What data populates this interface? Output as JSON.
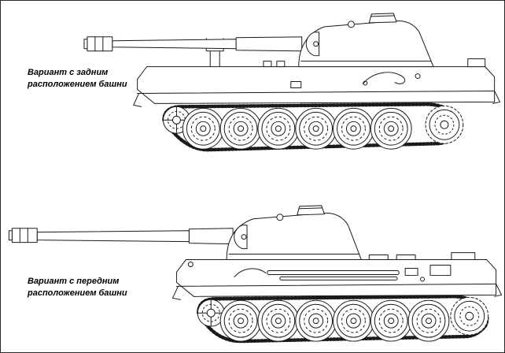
{
  "illustration": {
    "figures": [
      {
        "name": "rear-turret-variant",
        "caption": [
          "Вариант с задним",
          "расположением башни"
        ]
      },
      {
        "name": "front-turret-variant",
        "caption": [
          "Вариант с передним",
          "расположением башни"
        ]
      }
    ],
    "colors": {
      "background": "#ffffff",
      "line": "#1a1a1a",
      "border": "#2a2a2a"
    }
  }
}
